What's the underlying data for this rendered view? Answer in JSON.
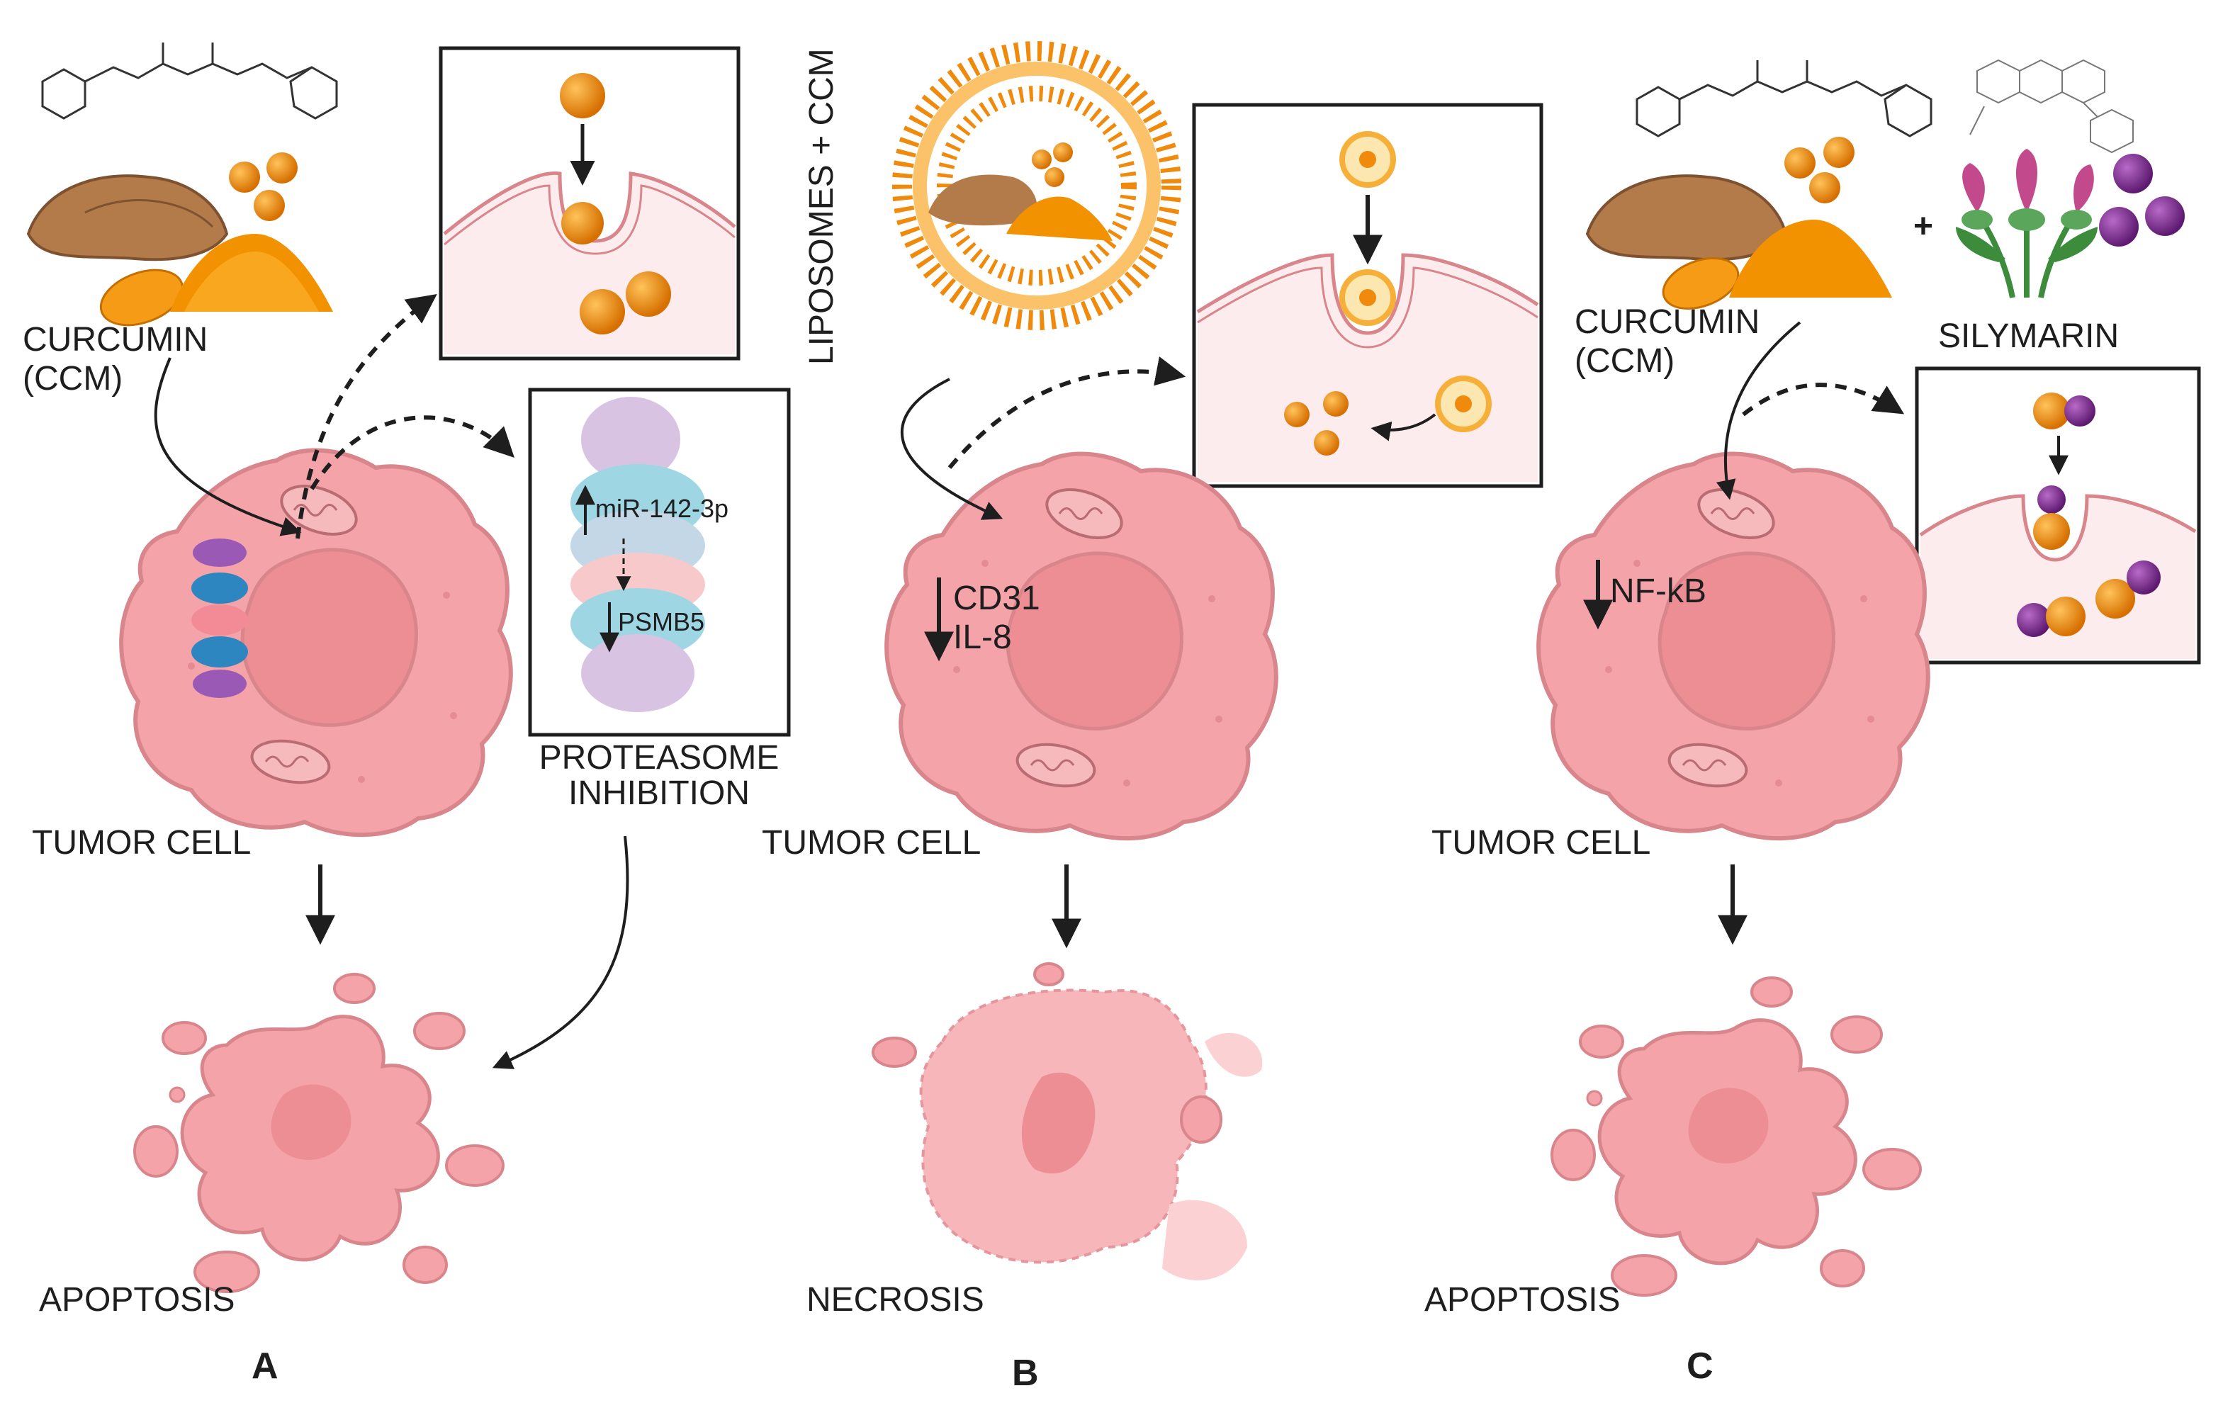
{
  "panels": {
    "a": {
      "letter": "A",
      "drug_label_line1": "CURCUMIN",
      "drug_label_line2": "(CCM)",
      "cell_label": "TUMOR CELL",
      "outcome_label": "APOPTOSIS",
      "inset_caption_line1": "PROTEASOME",
      "inset_caption_line2": "INHIBITION",
      "marker_up": "miR-142-3p",
      "marker_down": "PSMB5"
    },
    "b": {
      "letter": "B",
      "carrier_label": "LIPOSOMES + CCM",
      "cell_label": "TUMOR CELL",
      "outcome_label": "NECROSIS",
      "marker_line1": "CD31",
      "marker_line2": "IL-8"
    },
    "c": {
      "letter": "C",
      "drug_label_line1": "CURCUMIN",
      "drug_label_line2": "(CCM)",
      "plus_sign": "+",
      "second_drug_label": "SILYMARIN",
      "cell_label": "TUMOR CELL",
      "outcome_label": "APOPTOSIS",
      "marker": "NF-kB"
    }
  },
  "colors": {
    "cell_fill": "#f4a3a8",
    "cell_stroke": "#d9858c",
    "nucleus": "#ec8e93",
    "curcumin_particle": "#f08a0c",
    "silymarin_particle": "#7b2a8c",
    "inset_background": "#fdecee",
    "arrow": "#1e1e1e"
  }
}
